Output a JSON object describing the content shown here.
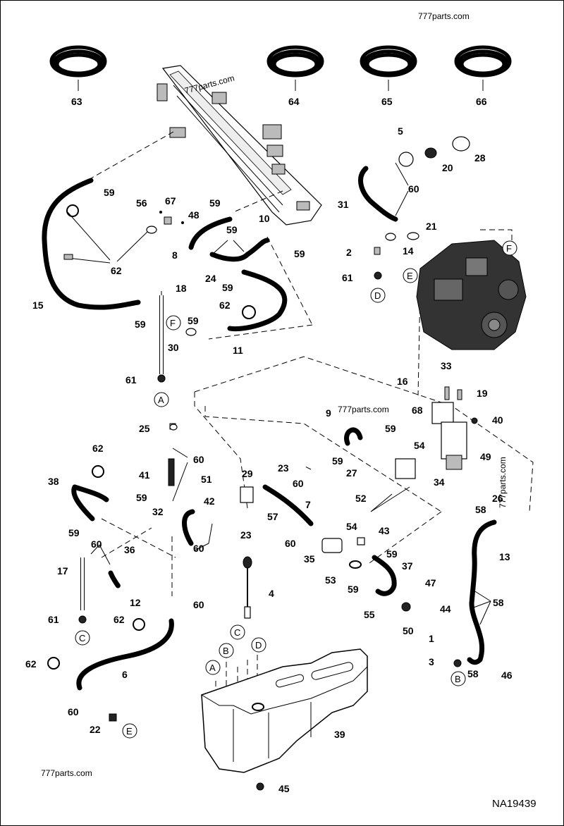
{
  "watermarks": [
    "777parts.com",
    "777parts.com",
    "777parts.com",
    "777parts.com",
    "777parts.com"
  ],
  "diagram_code": "NA19439",
  "callouts": {
    "c63": "63",
    "c64": "64",
    "c65": "65",
    "c66": "66",
    "c5": "5",
    "c28": "28",
    "c20": "20",
    "c60a": "60",
    "c31": "31",
    "c21": "21",
    "c2": "2",
    "c14": "14",
    "c61a": "61",
    "c59a": "59",
    "c56": "56",
    "c67": "67",
    "c48": "48",
    "c59b": "59",
    "c10": "10",
    "c59c": "59",
    "c8": "8",
    "c59d": "59",
    "c62a": "62",
    "c24": "24",
    "c59e": "59",
    "c15": "15",
    "c18": "18",
    "c59f": "59",
    "c62b": "62",
    "c59g": "59",
    "c30": "30",
    "c11": "11",
    "c61b": "61",
    "c33": "33",
    "c16": "16",
    "c19": "19",
    "c68": "68",
    "c40": "40",
    "c9": "9",
    "c59h": "59",
    "c54a": "54",
    "c49": "49",
    "c59i": "59",
    "c27": "27",
    "c34": "34",
    "c26": "26",
    "c52": "52",
    "c58a": "58",
    "c54b": "54",
    "c43": "43",
    "c13": "13",
    "c59j": "59",
    "c37": "37",
    "c53": "53",
    "c59k": "59",
    "c47": "47",
    "c58b": "58",
    "c44": "44",
    "c55": "55",
    "c50": "50",
    "c1": "1",
    "c3": "3",
    "c58c": "58",
    "c46": "46",
    "c25": "25",
    "c62c": "62",
    "c60b": "60",
    "c41": "41",
    "c51": "51",
    "c29": "29",
    "c23a": "23",
    "c38": "38",
    "c59l": "59",
    "c60c": "60",
    "c42": "42",
    "c7": "7",
    "c32": "32",
    "c57": "57",
    "c59m": "59",
    "c36": "36",
    "c60d": "60",
    "c60e": "60",
    "c23b": "23",
    "c60f": "60",
    "c35": "35",
    "c17": "17",
    "c12": "12",
    "c4": "4",
    "c60g": "60",
    "c61c": "61",
    "c62d": "62",
    "c62e": "62",
    "c6": "6",
    "c39": "39",
    "c60h": "60",
    "c22": "22",
    "c45": "45"
  },
  "connectors": {
    "A1": "A",
    "A2": "A",
    "B1": "B",
    "B2": "B",
    "C1": "C",
    "C2": "C",
    "D1": "D",
    "D2": "D",
    "E1": "E",
    "E2": "E",
    "F1": "F",
    "F2": "F"
  }
}
